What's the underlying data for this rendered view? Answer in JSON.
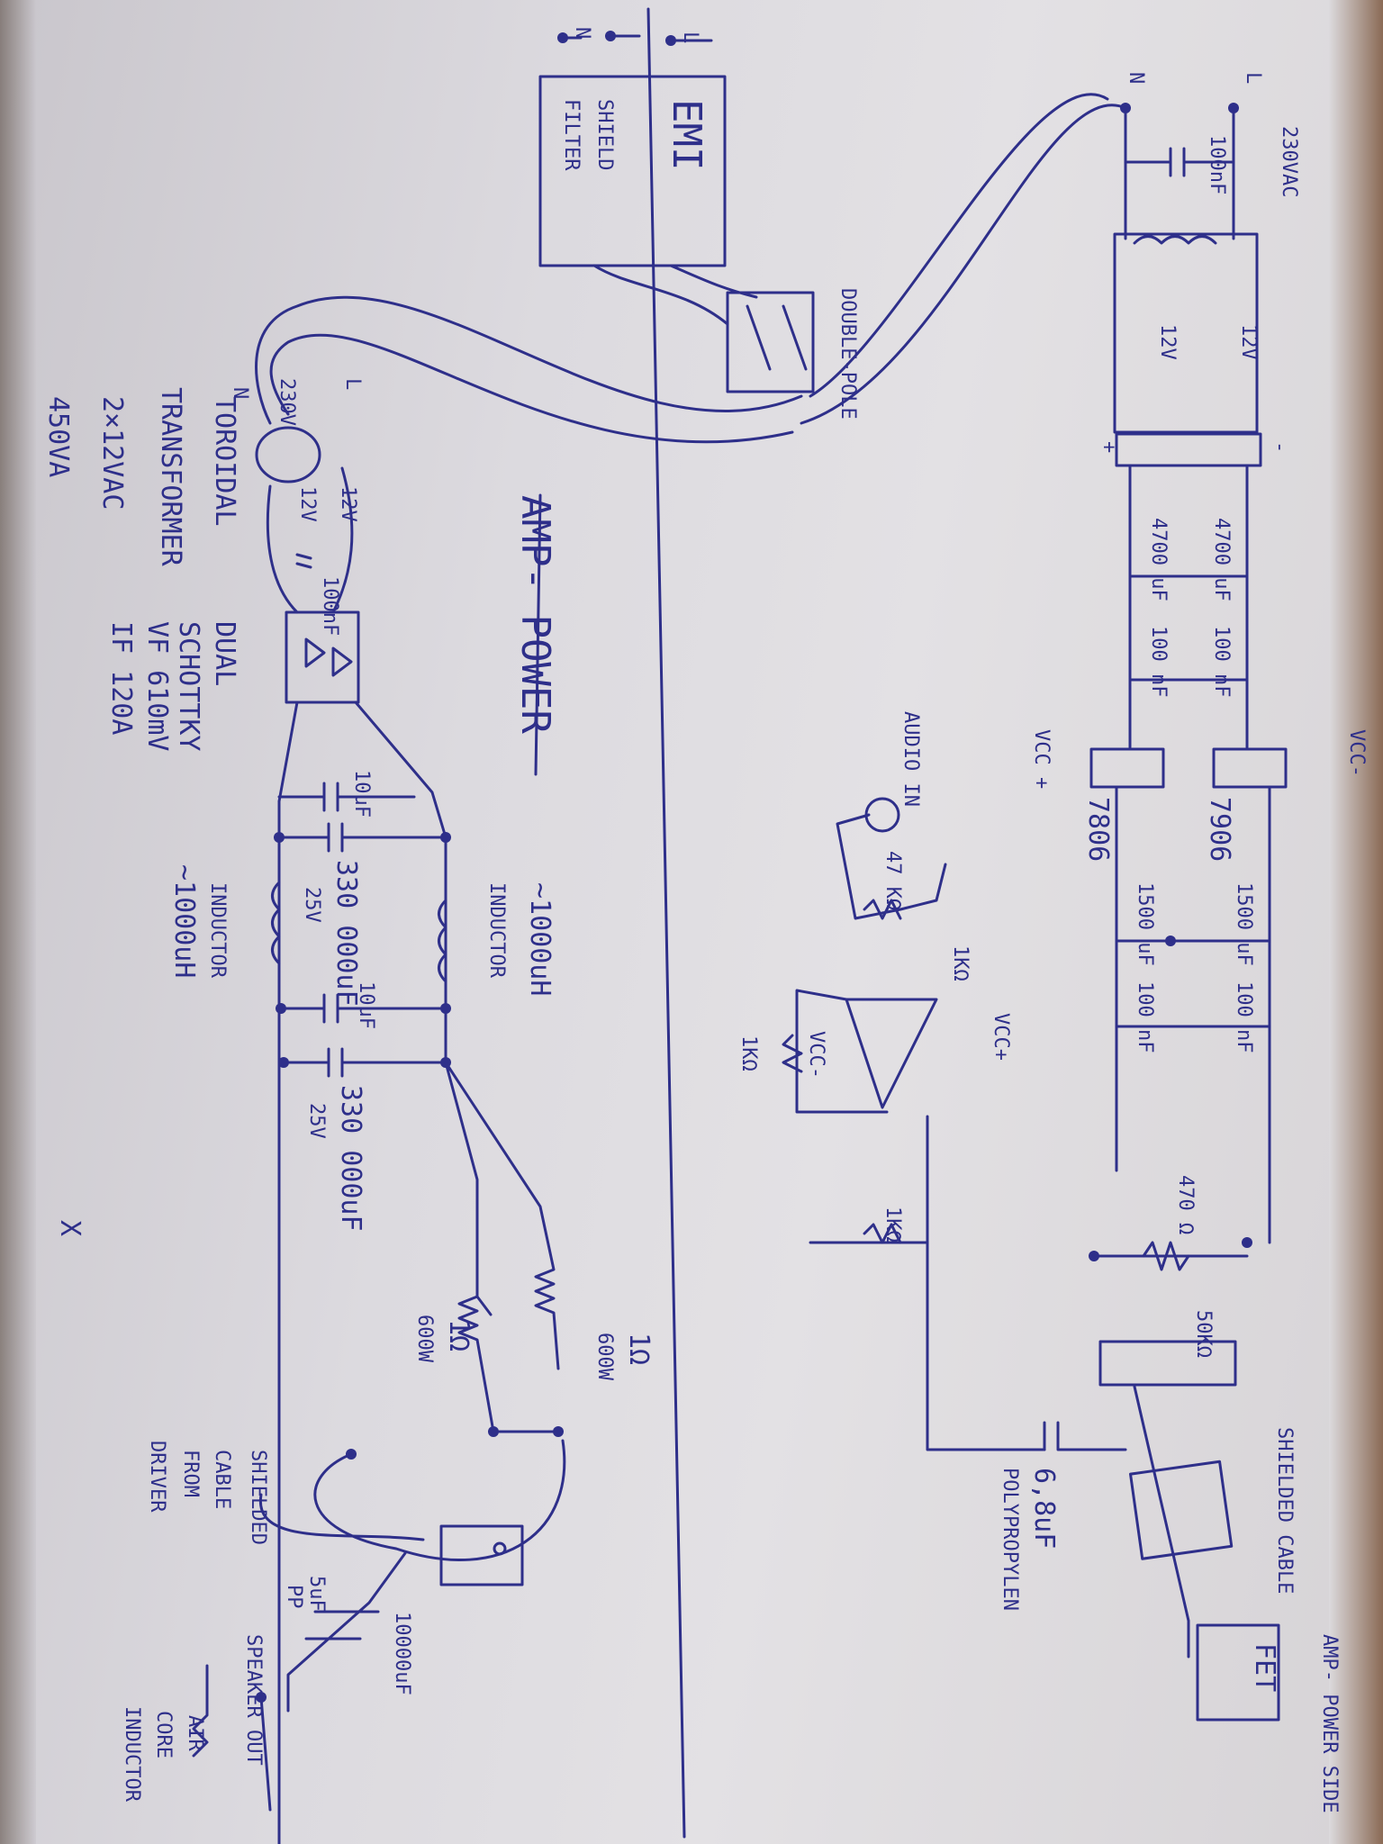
{
  "title": "AMP- POWER",
  "labels": {
    "emi_filter": "EMI",
    "shield": "SHIELD",
    "filter": "FILTER",
    "mains_l": "L",
    "mains_n": "N",
    "double_pole": "DOUBLE-POLE",
    "tr_l": "L",
    "tr_n": "N",
    "tr_primary": "230V",
    "tr_sec_a": "12V",
    "tr_sec_b": "12V",
    "tr_cap": "100nF",
    "transformer_desc": [
      "TOROIDAL",
      "TRANSFORMER",
      "2×12VAC",
      "450VA"
    ],
    "schottky_desc": [
      "DUAL",
      "SCHOTTKY",
      "VF 610mV",
      "IF 120A"
    ],
    "cap_10uF_a": "10uF",
    "cap_330000_a": "330 000uF",
    "cap_330000_a_v": "25V",
    "cap_10uF_b": "10uF",
    "cap_330000_b": "330 000uF",
    "cap_330000_b_v": "25V",
    "inductor_top": [
      "~1000uH",
      "INDUCTOR"
    ],
    "inductor_bottom": [
      "INDUCTOR",
      "~1000uH"
    ],
    "res_a": [
      "1Ω",
      "600W"
    ],
    "res_b": [
      "1Ω",
      "600W"
    ],
    "shielded_driver": [
      "SHIELDED",
      "CABLE",
      "FROM",
      "DRIVER"
    ],
    "out_caps": [
      "5uF",
      "PP",
      "10000uF"
    ],
    "speaker_out": "SPEAKER OUT",
    "air_core": [
      "AIR",
      "CORE",
      "INDUCTOR"
    ],
    "r_l": "L",
    "r_n": "N",
    "r_mains": "230VAC",
    "r_xcap": "100nF",
    "r_12v_a": "12V",
    "r_12v_b": "12V",
    "r_bridge_plus": "+",
    "r_bridge_minus": "-",
    "r_cap_4700_a": "4700 uF",
    "r_cap_4700_b": "4700 uF",
    "r_cap_100n_a": "100 nF",
    "r_cap_100n_b": "100 nF",
    "vcc_plus": "VCC +",
    "vcc_minus": "VCC-",
    "reg_pos": "7806",
    "reg_neg": "7906",
    "audio_in": "AUDIO IN",
    "r_47k": "47 KΩ",
    "r_1k_a": "1KΩ",
    "r_1k_fb": "1KΩ",
    "opamp_vcc_minus": "VCC-",
    "opamp_vcc_plus": "VCC+",
    "r_1k_gnd": "1KΩ",
    "c_1500_a": "1500 uF",
    "c_1500_b": "1500 uF",
    "c_100n_a": "100 nF",
    "c_100n_b": "100 nF",
    "r_470": "470 Ω",
    "pot_50k": "50KΩ",
    "shielded_cable": "SHIELDED CABLE",
    "coupling_cap": "6,8uF",
    "coupling_type": "POLYPROPYLEN",
    "fet": "FET",
    "amp_power_side": "AMP- POWER SIDE",
    "x_mark": "X"
  },
  "colors": {
    "ink": "#2e2f8a",
    "paper": "#dcdadf",
    "background": "#6a5a4e"
  }
}
